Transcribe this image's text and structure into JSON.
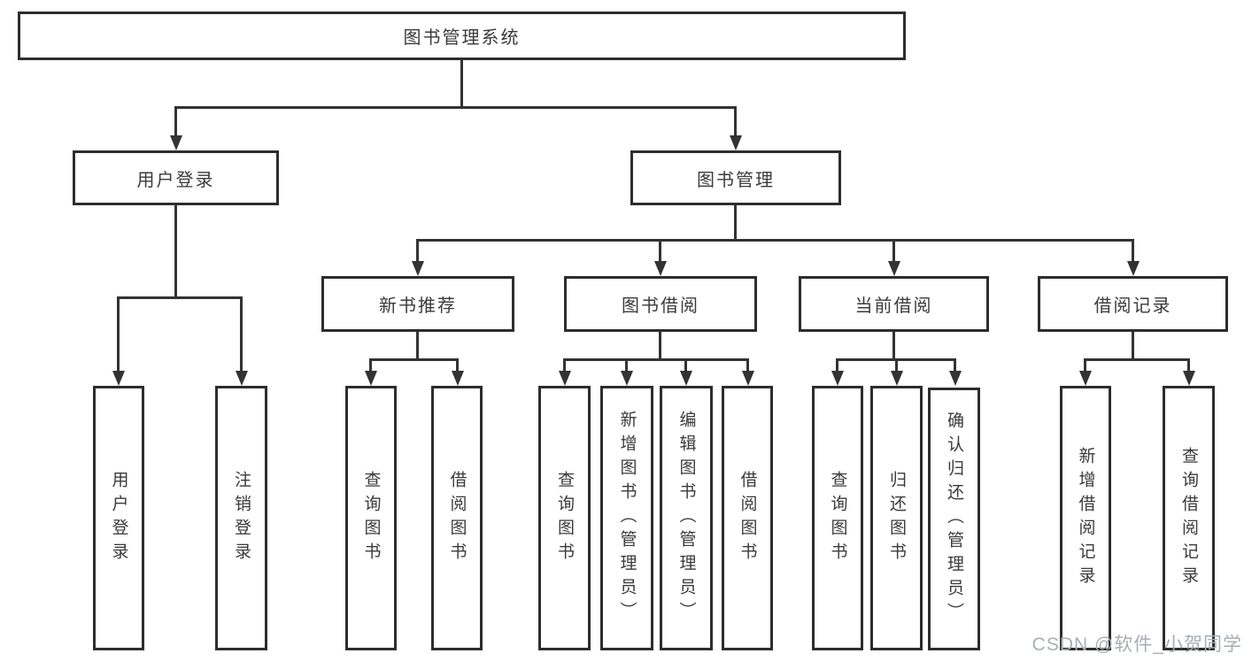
{
  "diagram": {
    "nodes": {
      "root": "图书管理系统",
      "user_login": "用户登录",
      "book_management": "图书管理",
      "new_book_rec": "新书推荐",
      "book_borrowing": "图书借阅",
      "current_borrowing": "当前借阅",
      "borrowing_records": "借阅记录",
      "ul_user_login": "用户登录",
      "ul_logout": "注销登录",
      "nb_query_books": "查询图书",
      "nb_borrow_books": "借阅图书",
      "bb_query_books": "查询图书",
      "bb_add_books": "新增图书（管理员）",
      "bb_edit_books": "编辑图书（管理员）",
      "bb_borrow_books": "借阅图书",
      "cb_query_books": "查询图书",
      "cb_return_books": "归还图书",
      "cb_confirm_return": "确认归还（管理员）",
      "br_add_record": "新增借阅记录",
      "br_query_record": "查询借阅记录"
    },
    "colors": {
      "line": "#333333",
      "border": "#2d2d2d",
      "text": "#3a3a3a",
      "background": "#ffffff",
      "watermark": "#a8aeb4"
    }
  },
  "watermark": {
    "text": "CSDN @软件_小贺同学"
  }
}
